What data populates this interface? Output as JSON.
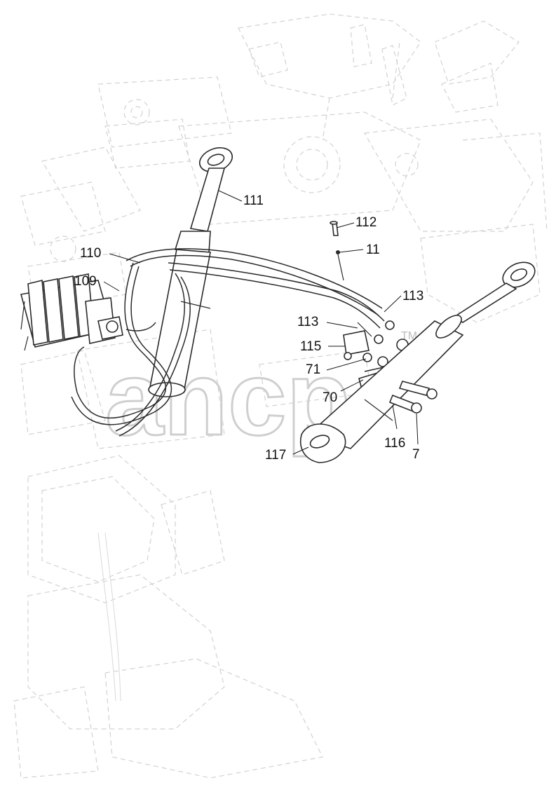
{
  "diagram": {
    "callouts": [
      {
        "id": "111",
        "text": "111"
      },
      {
        "id": "112",
        "text": "112"
      },
      {
        "id": "11",
        "text": "11"
      },
      {
        "id": "110",
        "text": "110"
      },
      {
        "id": "109",
        "text": "109"
      },
      {
        "id": "113a",
        "text": "113"
      },
      {
        "id": "113b",
        "text": "113"
      },
      {
        "id": "115",
        "text": "115"
      },
      {
        "id": "71",
        "text": "71"
      },
      {
        "id": "70",
        "text": "70"
      },
      {
        "id": "117",
        "text": "117"
      },
      {
        "id": "116",
        "text": "116"
      },
      {
        "id": "7",
        "text": "7"
      }
    ],
    "watermark": "ancp",
    "watermark_tm": "TM",
    "colors": {
      "line": "#2a2a2a",
      "ghost": "#d2d2d2",
      "background": "#ffffff"
    }
  }
}
